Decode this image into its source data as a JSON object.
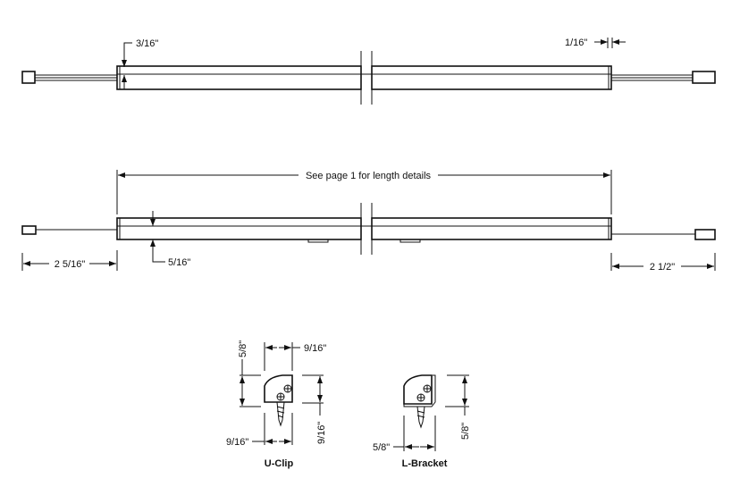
{
  "top_view": {
    "dim_thickness": "3/16\"",
    "dim_end_cap": "1/16\""
  },
  "side_view": {
    "dim_length": "See page 1 for length details",
    "dim_height": "5/16\"",
    "dim_left_lead": "2 5/16\"",
    "dim_right_lead": "2 1/2\""
  },
  "u_clip": {
    "label": "U-Clip",
    "dim_height": "5/8\"",
    "dim_width_top": "9/16\"",
    "dim_width_bottom": "9/16\"",
    "dim_depth": "9/16\""
  },
  "l_bracket": {
    "label": "L-Bracket",
    "dim_height": "5/8\"",
    "dim_width": "5/8\""
  }
}
